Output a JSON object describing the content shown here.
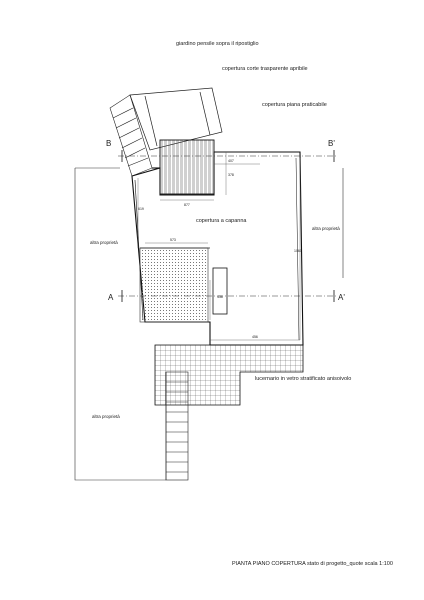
{
  "drawing": {
    "labels": {
      "garden": "giardino pensile sopra il ripostiglio",
      "court_cover": "copertura corte trasparente apribile",
      "flat_roof": "copertura piana praticabile",
      "gable_roof": "copertura a capanna",
      "skylight": "lucernario in vetro stratificato anisoivolo",
      "other_left_top": "altra proprietà",
      "other_right": "altra proprietà",
      "other_left_bottom": "altra proprietà"
    },
    "section_marks": {
      "b_left": "B",
      "b_right": "B'",
      "a_left": "A",
      "a_right": "A'"
    },
    "dimensions": {
      "d1": "407",
      "d2": "378",
      "d3": "877",
      "d4": "619",
      "d5": "573",
      "d6": "1060",
      "d7": "456",
      "d8": "436"
    },
    "caption": "PIANTA PIANO COPERTURA stato di progetto_quote scala 1:100"
  }
}
